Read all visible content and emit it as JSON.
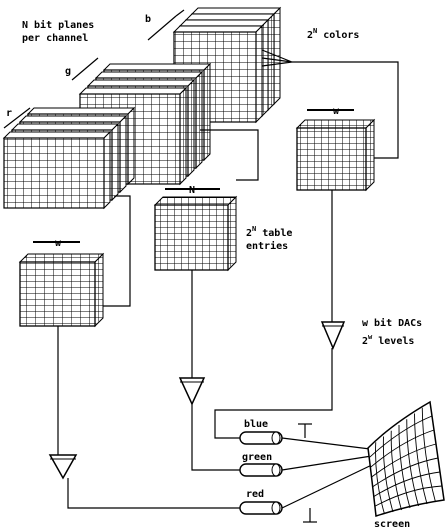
{
  "labels": {
    "bit_planes_1": "N bit planes",
    "bit_planes_2": "per channel",
    "r": "r",
    "g": "g",
    "b": "b",
    "colors_pre": "2",
    "colors_sup": "N",
    "colors_post": " colors",
    "w_top_right": "w",
    "n_mid": "N",
    "table_pre": "2",
    "table_sup": "N",
    "table_post": " table",
    "table_2": "entries",
    "w_left": "w",
    "dac_1": "w bit DACs",
    "dac_pre": "2",
    "dac_sup": "w",
    "dac_post": " levels",
    "blue": "blue",
    "green": "green",
    "red": "red",
    "screen": "screen"
  },
  "colors": {
    "ink": "#000000",
    "paper": "#ffffff"
  }
}
